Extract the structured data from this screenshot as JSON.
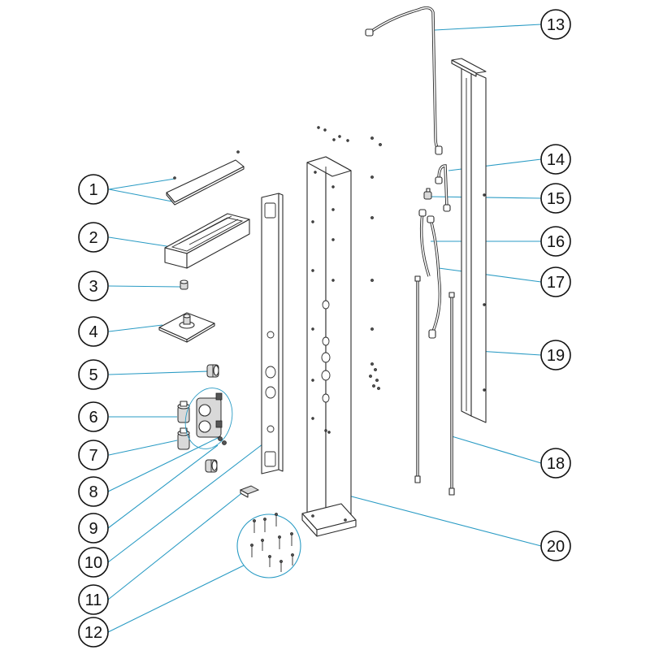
{
  "callouts": [
    {
      "num": "1"
    },
    {
      "num": "2"
    },
    {
      "num": "3"
    },
    {
      "num": "4"
    },
    {
      "num": "5"
    },
    {
      "num": "6"
    },
    {
      "num": "7"
    },
    {
      "num": "8"
    },
    {
      "num": "9"
    },
    {
      "num": "10"
    },
    {
      "num": "11"
    },
    {
      "num": "12"
    },
    {
      "num": "13"
    },
    {
      "num": "14"
    },
    {
      "num": "15"
    },
    {
      "num": "16"
    },
    {
      "num": "17"
    },
    {
      "num": "18"
    },
    {
      "num": "19"
    },
    {
      "num": "20"
    }
  ],
  "colors": {
    "leader": "#2a9bc4",
    "outline": "#2a2a2a",
    "callout_border": "#111111"
  }
}
